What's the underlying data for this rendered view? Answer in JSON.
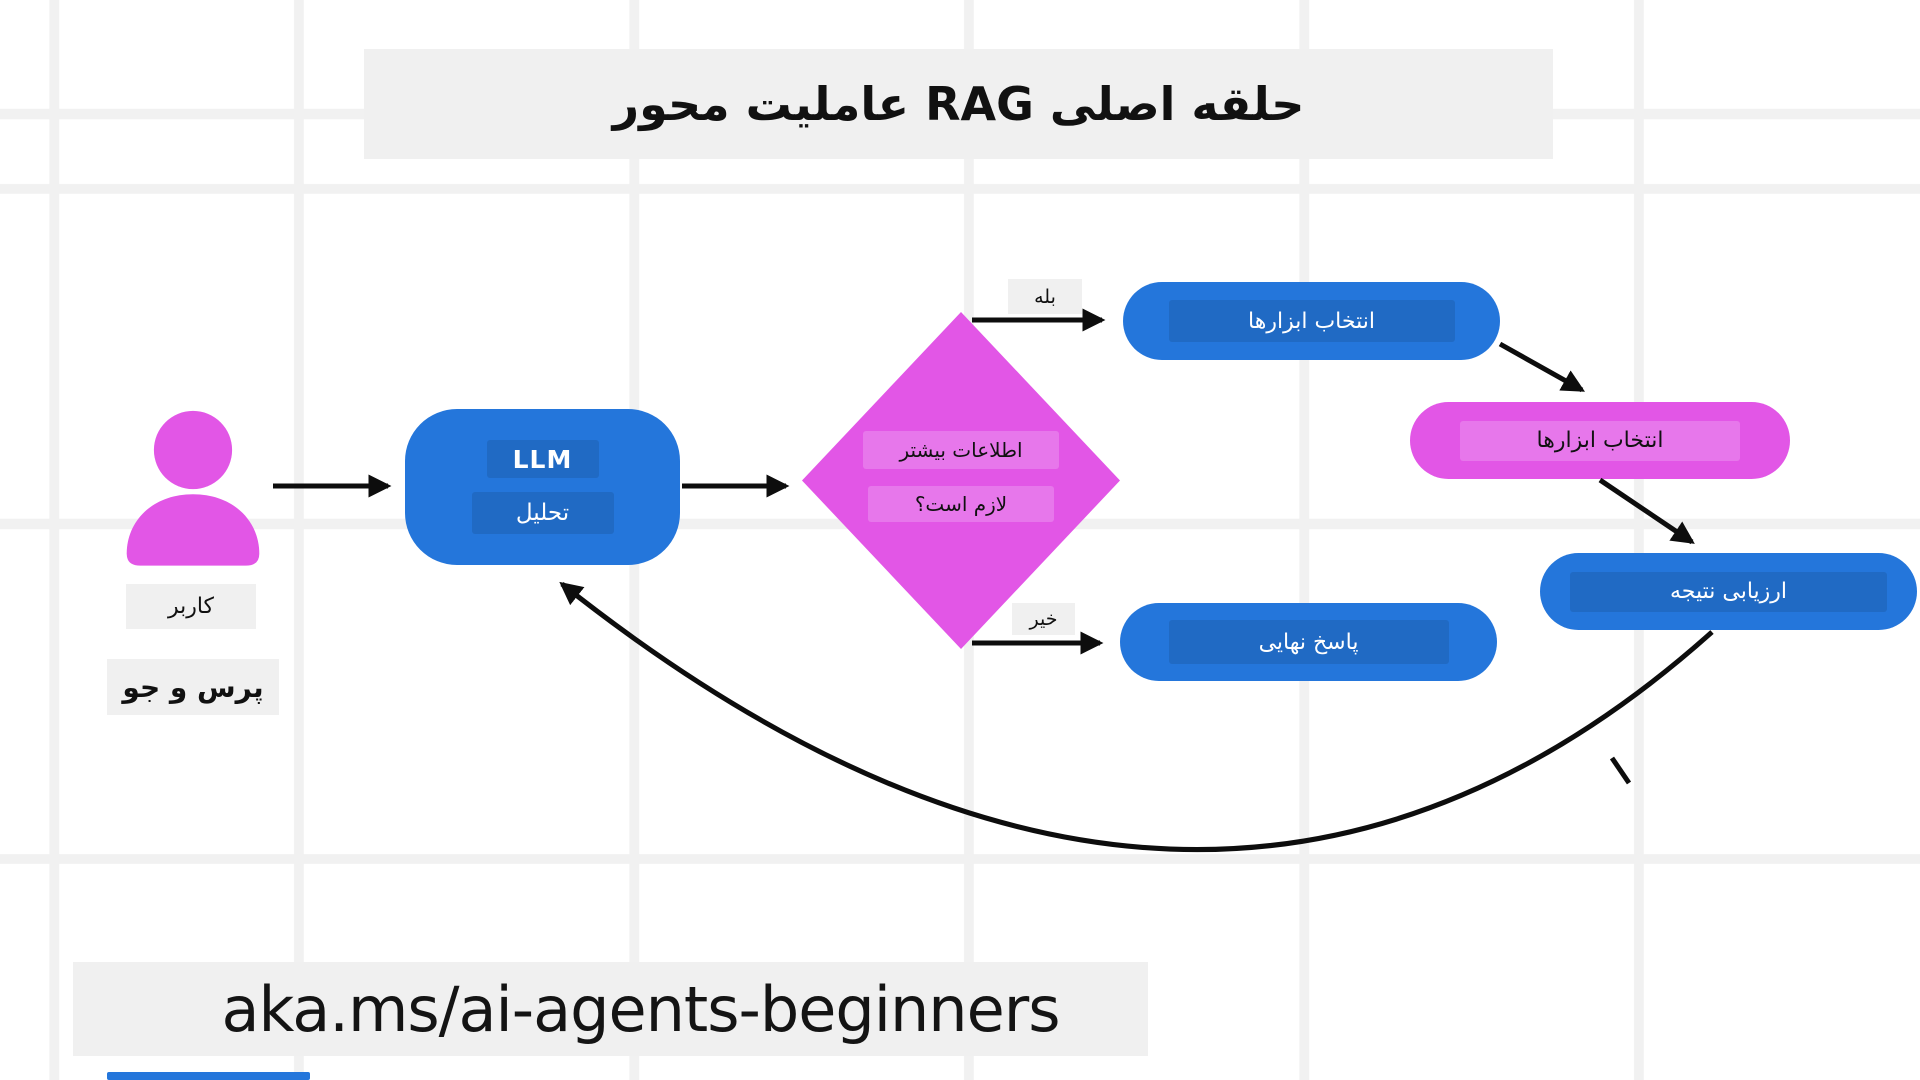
{
  "header": {
    "title": "حلقه اصلی RAG عاملیت محور"
  },
  "user": {
    "name_label": "کاربر",
    "query_label": "پرس و جو"
  },
  "llm": {
    "title": "LLM",
    "subtitle": "تحلیل"
  },
  "decision": {
    "line1": "اطلاعات بیشتر",
    "line2": "لازم است؟"
  },
  "edges": {
    "yes_label": "بله",
    "no_label": "خیر"
  },
  "nodes": {
    "select_tools": "انتخاب ابزارها",
    "call_tools": "انتخاب ابزارها",
    "evaluate_result": "ارزیابی نتیجه",
    "final_answer": "پاسخ نهایی"
  },
  "footer": {
    "url": "aka.ms/ai-agents-beginners"
  },
  "colors": {
    "node_blue": "#2476DB",
    "node_magenta": "#E256E6",
    "panel_gray": "#F0F0F0",
    "grid_gray": "#F1F1F1",
    "arrow_black": "#0d0d0d"
  }
}
